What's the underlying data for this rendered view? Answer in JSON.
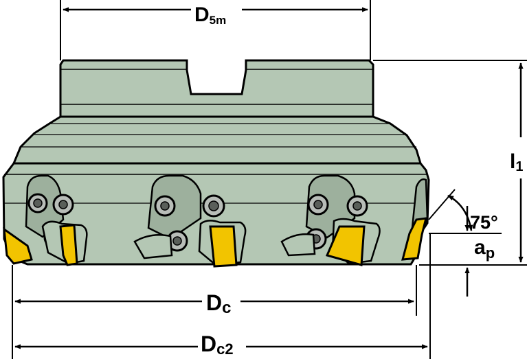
{
  "labels": {
    "d5m_main": "D",
    "d5m_sub": "5m",
    "l1_main": "l",
    "l1_sub": "1",
    "angle": "75°",
    "ap_main": "a",
    "ap_sub": "p",
    "dc_main": "D",
    "dc_sub": "c",
    "dc2_main": "D",
    "dc2_sub": "c2"
  },
  "colors": {
    "body": "#b4c7b4",
    "outline": "#000000",
    "insert": "#f2c400",
    "screw": "#b8bdb8",
    "background": "#ffffff"
  }
}
